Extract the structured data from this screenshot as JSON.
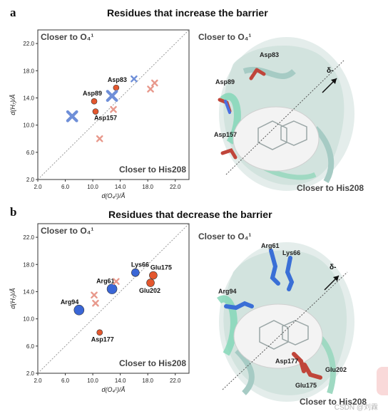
{
  "panels": [
    {
      "letter": "a",
      "title": "Residues that increase the barrier",
      "corner_tl": "Closer to O₄¹",
      "corner_br": "Closer to His208",
      "xlabel": "d(O₄¹)/Å",
      "ylabel": "d(H₇)/Å",
      "ticks": [
        "2.0",
        "6.0",
        "10.0",
        "14.0",
        "18.0",
        "22.0"
      ],
      "protein_label_tl": "Closer to O₄¹",
      "protein_label_br": "Closer to His208",
      "protein_residues": [
        "Asp83",
        "Asp89",
        "Asp157"
      ],
      "arrow_label": "δ-"
    },
    {
      "letter": "b",
      "title": "Residues that decrease the barrier",
      "corner_tl": "Closer to O₄¹",
      "corner_br": "Closer to His208",
      "xlabel": "d(O₄¹)/Å",
      "ylabel": "d(H₇)/Å",
      "ticks": [
        "2.0",
        "6.0",
        "10.0",
        "14.0",
        "18.0",
        "22.0"
      ],
      "protein_label_tl": "Closer to O₄¹",
      "protein_label_br": "Closer to His208",
      "protein_residues": [
        "Arg61",
        "Lys66",
        "Arg94",
        "Asp177",
        "Glu202",
        "Glu175"
      ],
      "arrow_label": "δ-"
    }
  ],
  "chart_data": [
    {
      "type": "scatter",
      "title": "Residues that increase the barrier",
      "xlabel": "d(O₄¹)/Å",
      "ylabel": "d(H₇)/Å",
      "xlim": [
        2,
        24
      ],
      "ylim": [
        2,
        24
      ],
      "grid": false,
      "reference_line": "diagonal y = x",
      "series": [
        {
          "marker": "circle",
          "color": "#e4572e",
          "points": [
            {
              "label": "Asp83",
              "x": 13.4,
              "y": 15.5,
              "size": "small"
            },
            {
              "label": "Asp89",
              "x": 10.2,
              "y": 13.5,
              "size": "small"
            },
            {
              "label": "Asp157",
              "x": 10.4,
              "y": 12.0,
              "size": "small"
            }
          ]
        },
        {
          "marker": "x",
          "color": "#6f8fd8",
          "points": [
            {
              "x": 16.0,
              "y": 16.8,
              "size": "small"
            },
            {
              "x": 12.8,
              "y": 14.3,
              "size": "large"
            },
            {
              "x": 7.0,
              "y": 11.3,
              "size": "large"
            }
          ]
        },
        {
          "marker": "x",
          "color": "#e8998c",
          "points": [
            {
              "x": 19.0,
              "y": 16.2,
              "size": "small"
            },
            {
              "x": 18.4,
              "y": 15.3,
              "size": "small"
            },
            {
              "x": 13.0,
              "y": 12.3,
              "size": "small"
            },
            {
              "x": 11.0,
              "y": 8.0,
              "size": "small"
            }
          ]
        }
      ]
    },
    {
      "type": "scatter",
      "title": "Residues that decrease the barrier",
      "xlabel": "d(O₄¹)/Å",
      "ylabel": "d(H₇)/Å",
      "xlim": [
        2,
        24
      ],
      "ylim": [
        2,
        24
      ],
      "grid": false,
      "reference_line": "diagonal y = x",
      "series": [
        {
          "marker": "circle",
          "color": "#3a66d6",
          "points": [
            {
              "label": "Lys66",
              "x": 16.2,
              "y": 16.8,
              "size": "medium"
            },
            {
              "label": "Arg61",
              "x": 12.8,
              "y": 14.4,
              "size": "large"
            },
            {
              "label": "Arg94",
              "x": 8.0,
              "y": 11.3,
              "size": "large"
            }
          ]
        },
        {
          "marker": "circle",
          "color": "#e4572e",
          "points": [
            {
              "label": "Glu175",
              "x": 18.8,
              "y": 16.4,
              "size": "medium"
            },
            {
              "label": "Glu202",
              "x": 18.4,
              "y": 15.3,
              "size": "medium"
            },
            {
              "label": "Asp177",
              "x": 11.0,
              "y": 8.0,
              "size": "small"
            }
          ]
        },
        {
          "marker": "x",
          "color": "#e8998c",
          "points": [
            {
              "x": 13.4,
              "y": 15.5,
              "size": "small"
            },
            {
              "x": 10.2,
              "y": 13.5,
              "size": "small"
            },
            {
              "x": 10.4,
              "y": 12.3,
              "size": "small"
            }
          ]
        }
      ]
    }
  ],
  "watermark": "CSDN @刘霖"
}
